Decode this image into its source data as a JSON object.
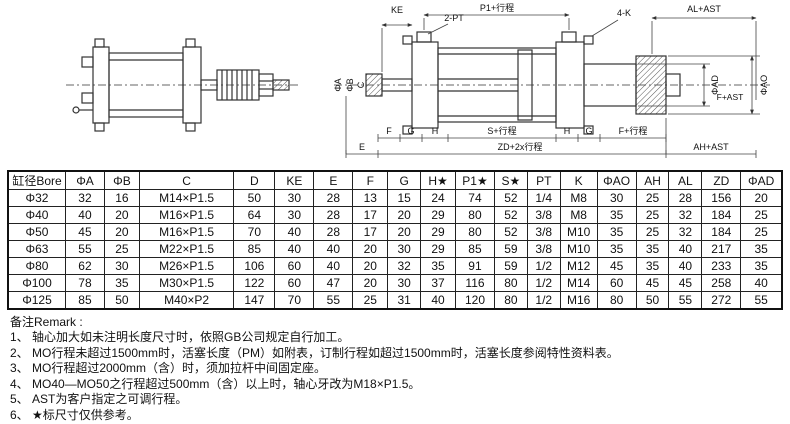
{
  "drawing": {
    "top": {
      "ke": "KE",
      "two_pt": "2-PT",
      "p1_stroke": "P1+行程",
      "four_k": "4-K",
      "al_ast": "AL+AST"
    },
    "left": {
      "phi_a": "ΦA",
      "phi_b": "ΦB",
      "c": "C"
    },
    "right": {
      "phi_ad": "ΦAD",
      "phi_ao": "ΦAO",
      "f_ast": "F+AST"
    },
    "bottom": {
      "f": "F",
      "g": "G",
      "h": "H",
      "s_stroke": "S+行程",
      "h2": "H",
      "g2": "G",
      "f_stroke": "F+行程",
      "e": "E",
      "zd_stroke": "ZD+2x行程",
      "ah_ast": "AH+AST"
    }
  },
  "table": {
    "headers": [
      "缸径Bore",
      "ΦA",
      "ΦB",
      "C",
      "D",
      "KE",
      "E",
      "F",
      "G",
      "H★",
      "P1★",
      "S★",
      "PT",
      "K",
      "ΦAO",
      "AH",
      "AL",
      "ZD",
      "ΦAD"
    ],
    "rows": [
      [
        "Φ32",
        "32",
        "16",
        "M14×P1.5",
        "50",
        "30",
        "28",
        "13",
        "15",
        "24",
        "74",
        "52",
        "1/4",
        "M8",
        "30",
        "25",
        "28",
        "156",
        "20"
      ],
      [
        "Φ40",
        "40",
        "20",
        "M16×P1.5",
        "64",
        "30",
        "28",
        "17",
        "20",
        "29",
        "80",
        "52",
        "3/8",
        "M8",
        "35",
        "25",
        "32",
        "184",
        "25"
      ],
      [
        "Φ50",
        "45",
        "20",
        "M16×P1.5",
        "70",
        "40",
        "28",
        "17",
        "20",
        "29",
        "80",
        "52",
        "3/8",
        "M10",
        "35",
        "25",
        "32",
        "184",
        "25"
      ],
      [
        "Φ63",
        "55",
        "25",
        "M22×P1.5",
        "85",
        "40",
        "40",
        "20",
        "30",
        "29",
        "85",
        "59",
        "3/8",
        "M10",
        "35",
        "35",
        "40",
        "217",
        "35"
      ],
      [
        "Φ80",
        "62",
        "30",
        "M26×P1.5",
        "106",
        "60",
        "40",
        "20",
        "32",
        "35",
        "91",
        "59",
        "1/2",
        "M12",
        "45",
        "35",
        "40",
        "233",
        "35"
      ],
      [
        "Φ100",
        "78",
        "35",
        "M30×P1.5",
        "122",
        "60",
        "47",
        "20",
        "30",
        "37",
        "116",
        "80",
        "1/2",
        "M14",
        "60",
        "45",
        "45",
        "258",
        "40"
      ],
      [
        "Φ125",
        "85",
        "50",
        "M40×P2",
        "147",
        "70",
        "55",
        "25",
        "31",
        "40",
        "120",
        "80",
        "1/2",
        "M16",
        "80",
        "50",
        "55",
        "272",
        "55"
      ]
    ]
  },
  "remarks": {
    "title": "备注Remark :",
    "items": [
      "1、 轴心加大如未注明长度尺寸时，依照GB公司规定自行加工。",
      "2、 MO行程未超过1500mm时，活塞长度（PM）如附表，订制行程如超过1500mm时，活塞长度参阅特性资料表。",
      "3、 MO行程超过2000mm（含）时，须加拉杆中间固定座。",
      "4、 MO40—MO50之行程超过500mm（含）以上时，轴心牙改为M18×P1.5。",
      "5、 AST为客户指定之可调行程。",
      "6、 ★标尺寸仅供参考。"
    ]
  }
}
